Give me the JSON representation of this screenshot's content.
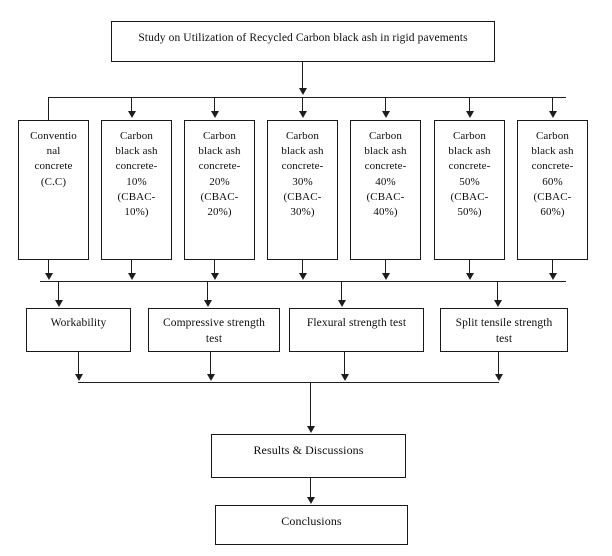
{
  "diagram": {
    "title_box": {
      "label": "Study on Utilization of Recycled Carbon black ash in rigid pavements"
    },
    "mix_boxes": [
      {
        "label": "Conventio\nnal\nconcrete\n(C.C)"
      },
      {
        "label": "Carbon\nblack ash\nconcrete-\n10%\n(CBAC-\n10%)"
      },
      {
        "label": "Carbon\nblack ash\nconcrete-\n20%\n(CBAC-\n20%)"
      },
      {
        "label": "Carbon\nblack ash\nconcrete-\n30%\n(CBAC-\n30%)"
      },
      {
        "label": "Carbon\nblack ash\nconcrete-\n40%\n(CBAC-\n40%)"
      },
      {
        "label": "Carbon\nblack ash\nconcrete-\n50%\n(CBAC-\n50%)"
      },
      {
        "label": "Carbon\nblack ash\nconcrete-\n60%\n(CBAC-\n60%)"
      }
    ],
    "test_boxes": [
      {
        "label": "Workability"
      },
      {
        "label": "Compressive strength\ntest"
      },
      {
        "label": "Flexural strength test"
      },
      {
        "label": "Split tensile strength\ntest"
      }
    ],
    "results_box": {
      "label": "Results & Discussions"
    },
    "conclusions_box": {
      "label": "Conclusions"
    },
    "colors": {
      "line": "#1d1d1d",
      "box_border": "#1a1a1a",
      "box_fill": "#ffffff",
      "text": "#0d0d0d",
      "background": "#ffffff"
    }
  }
}
